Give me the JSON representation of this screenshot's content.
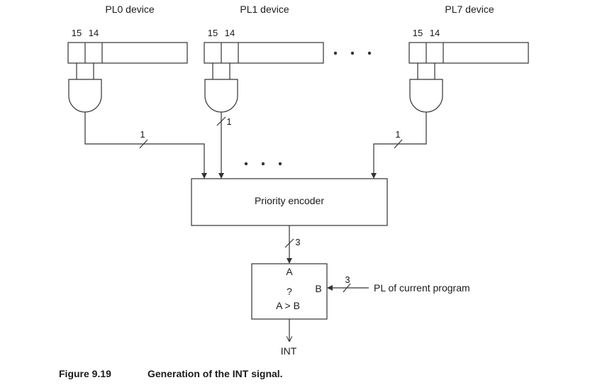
{
  "devices": [
    {
      "label": "PL0 device",
      "bit_high": "15",
      "bit_low": "14"
    },
    {
      "label": "PL1 device",
      "bit_high": "15",
      "bit_low": "14"
    },
    {
      "label": "PL7 device",
      "bit_high": "15",
      "bit_low": "14"
    }
  ],
  "bus_widths": {
    "pl0": "1",
    "pl1": "1",
    "pl7": "1",
    "encoder_out": "3",
    "current_pl": "3"
  },
  "encoder": {
    "label": "Priority encoder"
  },
  "comparator": {
    "a": "A",
    "b": "B",
    "question": "?",
    "expr": "A > B"
  },
  "current_pl_label": "PL of current program",
  "output_label": "INT",
  "caption": {
    "number": "Figure 9.19",
    "text": "Generation of the INT signal."
  }
}
